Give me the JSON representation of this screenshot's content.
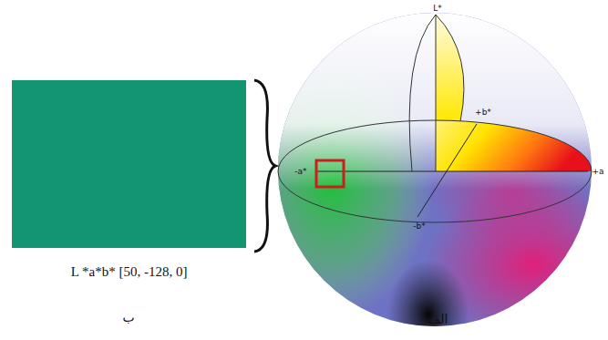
{
  "diagram": {
    "nodes": [
      {
        "text": [
          "L *a*b* [50, -128, 0]"
        ]
      }
    ],
    "labels": [
      "L*",
      "+b*",
      "-a*",
      "+a",
      "-b*",
      "ب",
      "الف"
    ]
  }
}
